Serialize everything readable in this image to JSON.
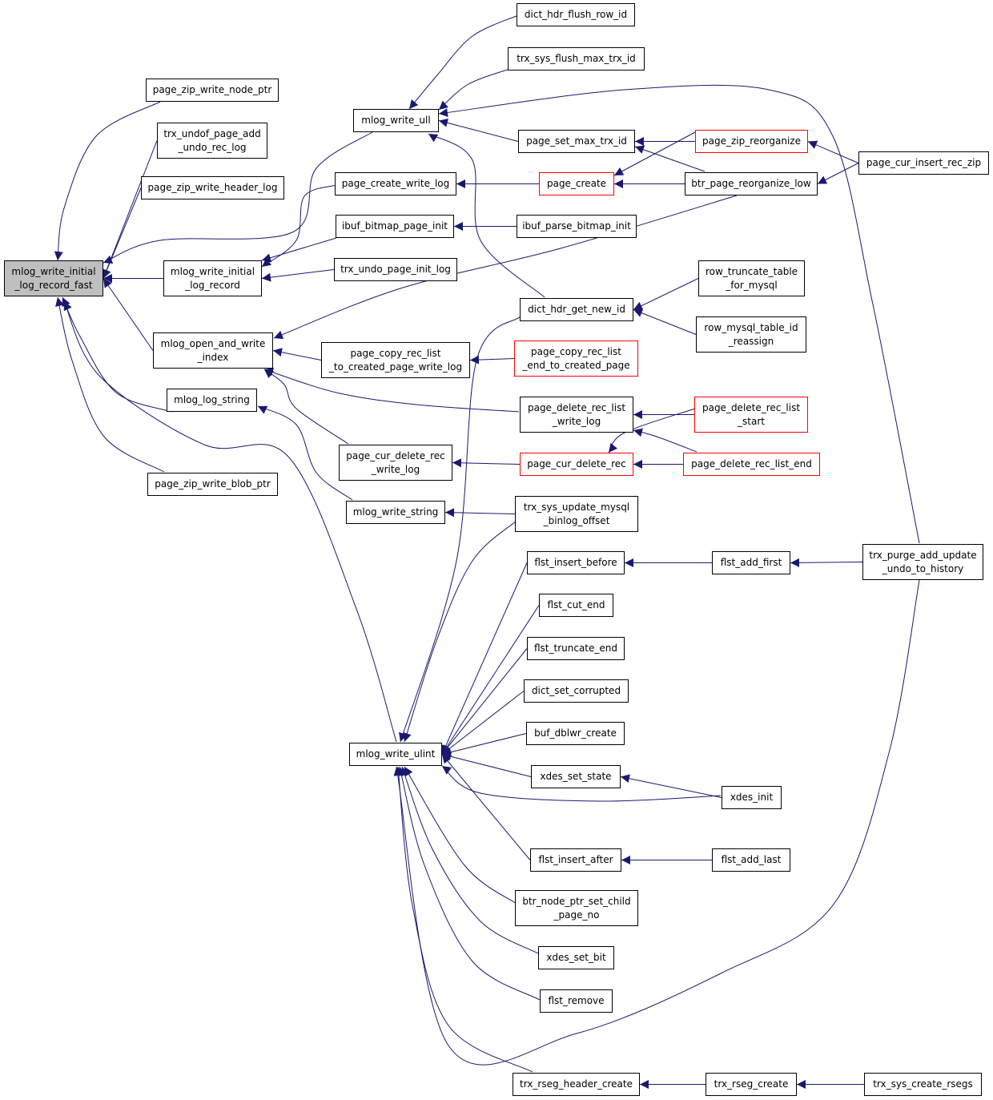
{
  "colors": {
    "edge": "#191970",
    "border": "#000000",
    "truncated_border": "#ff0000",
    "focus_fill": "#bfbfbf",
    "node_fill": "#ffffff"
  },
  "nodes": [
    {
      "id": "n0",
      "lines": [
        "mlog_write_initial",
        "_log_record_fast"
      ],
      "kind": "focus"
    },
    {
      "id": "n1",
      "lines": [
        "page_zip_write_node_ptr"
      ]
    },
    {
      "id": "n2",
      "lines": [
        "trx_undof_page_add",
        "_undo_rec_log"
      ]
    },
    {
      "id": "n3",
      "lines": [
        "page_zip_write_header_log"
      ]
    },
    {
      "id": "n4",
      "lines": [
        "mlog_write_initial",
        "_log_record"
      ]
    },
    {
      "id": "n5",
      "lines": [
        "mlog_open_and_write",
        "_index"
      ]
    },
    {
      "id": "n6",
      "lines": [
        "mlog_log_string"
      ]
    },
    {
      "id": "n7",
      "lines": [
        "page_zip_write_blob_ptr"
      ]
    },
    {
      "id": "n8",
      "lines": [
        "mlog_write_ull"
      ]
    },
    {
      "id": "n9",
      "lines": [
        "page_create_write_log"
      ]
    },
    {
      "id": "n10",
      "lines": [
        "ibuf_bitmap_page_init"
      ]
    },
    {
      "id": "n11",
      "lines": [
        "trx_undo_page_init_log"
      ]
    },
    {
      "id": "n12",
      "lines": [
        "page_copy_rec_list",
        "_to_created_page_write_log"
      ]
    },
    {
      "id": "n13",
      "lines": [
        "page_cur_delete_rec",
        "_write_log"
      ]
    },
    {
      "id": "n14",
      "lines": [
        "mlog_write_string"
      ]
    },
    {
      "id": "n15",
      "lines": [
        "mlog_write_ulint"
      ]
    },
    {
      "id": "n16",
      "lines": [
        "dict_hdr_flush_row_id"
      ]
    },
    {
      "id": "n17",
      "lines": [
        "trx_sys_flush_max_trx_id"
      ]
    },
    {
      "id": "n18",
      "lines": [
        "page_set_max_trx_id"
      ]
    },
    {
      "id": "n19",
      "lines": [
        "page_create"
      ],
      "kind": "truncated"
    },
    {
      "id": "n20",
      "lines": [
        "ibuf_parse_bitmap_init"
      ]
    },
    {
      "id": "n21",
      "lines": [
        "dict_hdr_get_new_id"
      ]
    },
    {
      "id": "n22",
      "lines": [
        "page_copy_rec_list",
        "_end_to_created_page"
      ],
      "kind": "truncated"
    },
    {
      "id": "n23",
      "lines": [
        "page_delete_rec_list",
        "_write_log"
      ]
    },
    {
      "id": "n24",
      "lines": [
        "page_cur_delete_rec"
      ],
      "kind": "truncated"
    },
    {
      "id": "n25",
      "lines": [
        "trx_sys_update_mysql",
        "_binlog_offset"
      ]
    },
    {
      "id": "n26",
      "lines": [
        "flst_insert_before"
      ]
    },
    {
      "id": "n27",
      "lines": [
        "flst_cut_end"
      ]
    },
    {
      "id": "n28",
      "lines": [
        "flst_truncate_end"
      ]
    },
    {
      "id": "n29",
      "lines": [
        "dict_set_corrupted"
      ]
    },
    {
      "id": "n30",
      "lines": [
        "buf_dblwr_create"
      ]
    },
    {
      "id": "n31",
      "lines": [
        "xdes_set_state"
      ]
    },
    {
      "id": "n32",
      "lines": [
        "flst_insert_after"
      ]
    },
    {
      "id": "n33",
      "lines": [
        "btr_node_ptr_set_child",
        "_page_no"
      ]
    },
    {
      "id": "n34",
      "lines": [
        "xdes_set_bit"
      ]
    },
    {
      "id": "n35",
      "lines": [
        "flst_remove"
      ]
    },
    {
      "id": "n36",
      "lines": [
        "trx_rseg_header_create"
      ]
    },
    {
      "id": "n37",
      "lines": [
        "page_zip_reorganize"
      ],
      "kind": "truncated"
    },
    {
      "id": "n38",
      "lines": [
        "btr_page_reorganize_low"
      ]
    },
    {
      "id": "n39",
      "lines": [
        "row_truncate_table",
        "_for_mysql"
      ]
    },
    {
      "id": "n40",
      "lines": [
        "row_mysql_table_id",
        "_reassign"
      ]
    },
    {
      "id": "n41",
      "lines": [
        "page_delete_rec_list",
        "_start"
      ],
      "kind": "truncated"
    },
    {
      "id": "n42",
      "lines": [
        "page_delete_rec_list_end"
      ],
      "kind": "truncated"
    },
    {
      "id": "n43",
      "lines": [
        "flst_add_first"
      ]
    },
    {
      "id": "n44",
      "lines": [
        "xdes_init"
      ]
    },
    {
      "id": "n45",
      "lines": [
        "flst_add_last"
      ]
    },
    {
      "id": "n46",
      "lines": [
        "trx_rseg_create"
      ]
    },
    {
      "id": "n47",
      "lines": [
        "page_cur_insert_rec_zip"
      ]
    },
    {
      "id": "n48",
      "lines": [
        "trx_purge_add_update",
        "_undo_to_history"
      ]
    },
    {
      "id": "n49",
      "lines": [
        "trx_sys_create_rsegs"
      ]
    }
  ],
  "edges": [
    [
      "n1",
      "n0"
    ],
    [
      "n2",
      "n0"
    ],
    [
      "n3",
      "n0"
    ],
    [
      "n4",
      "n0"
    ],
    [
      "n5",
      "n0"
    ],
    [
      "n6",
      "n0"
    ],
    [
      "n7",
      "n0"
    ],
    [
      "n8",
      "n0"
    ],
    [
      "n15",
      "n0"
    ],
    [
      "n9",
      "n4"
    ],
    [
      "n10",
      "n4"
    ],
    [
      "n11",
      "n4"
    ],
    [
      "n12",
      "n5"
    ],
    [
      "n13",
      "n5"
    ],
    [
      "n23",
      "n5"
    ],
    [
      "n38",
      "n5"
    ],
    [
      "n14",
      "n6"
    ],
    [
      "n16",
      "n8"
    ],
    [
      "n17",
      "n8"
    ],
    [
      "n18",
      "n8"
    ],
    [
      "n21",
      "n8"
    ],
    [
      "n48",
      "n8"
    ],
    [
      "n19",
      "n9"
    ],
    [
      "n20",
      "n10"
    ],
    [
      "n22",
      "n12"
    ],
    [
      "n24",
      "n13"
    ],
    [
      "n25",
      "n14"
    ],
    [
      "n21",
      "n15"
    ],
    [
      "n25",
      "n15"
    ],
    [
      "n26",
      "n15"
    ],
    [
      "n27",
      "n15"
    ],
    [
      "n28",
      "n15"
    ],
    [
      "n29",
      "n15"
    ],
    [
      "n30",
      "n15"
    ],
    [
      "n31",
      "n15"
    ],
    [
      "n44",
      "n15"
    ],
    [
      "n32",
      "n15"
    ],
    [
      "n33",
      "n15"
    ],
    [
      "n34",
      "n15"
    ],
    [
      "n35",
      "n15"
    ],
    [
      "n36",
      "n15"
    ],
    [
      "n48",
      "n15"
    ],
    [
      "n37",
      "n18"
    ],
    [
      "n38",
      "n18"
    ],
    [
      "n37",
      "n19"
    ],
    [
      "n38",
      "n19"
    ],
    [
      "n39",
      "n21"
    ],
    [
      "n40",
      "n21"
    ],
    [
      "n41",
      "n23"
    ],
    [
      "n42",
      "n23"
    ],
    [
      "n41",
      "n24"
    ],
    [
      "n42",
      "n24"
    ],
    [
      "n43",
      "n26"
    ],
    [
      "n44",
      "n31"
    ],
    [
      "n45",
      "n32"
    ],
    [
      "n46",
      "n36"
    ],
    [
      "n47",
      "n37"
    ],
    [
      "n47",
      "n38"
    ],
    [
      "n48",
      "n43"
    ],
    [
      "n49",
      "n46"
    ]
  ]
}
